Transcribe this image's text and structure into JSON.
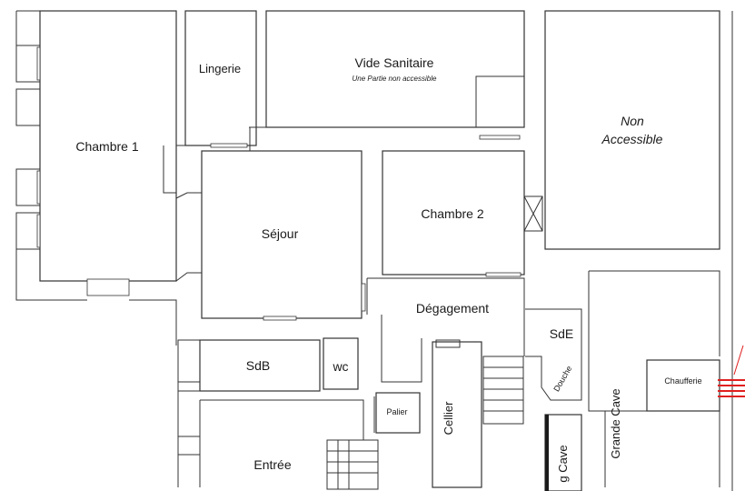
{
  "rooms": {
    "chambre1": "Chambre 1",
    "lingerie": "Lingerie",
    "vide_sanitaire": "Vide Sanitaire",
    "vide_sanitaire_note": "Une Partie non accessible",
    "non_accessible_1": "Non",
    "non_accessible_2": "Accessible",
    "sejour": "Séjour",
    "chambre2": "Chambre 2",
    "degagement": "Dégagement",
    "sde": "SdE",
    "douche": "Douche",
    "sdb": "SdB",
    "wc": "wc",
    "palier": "Palier",
    "cellier": "Cellier",
    "chaufferie": "Chaufferie",
    "grande_cave": "Grande Cave",
    "petite_cave": "g Cave",
    "entree": "Entrée"
  },
  "colors": {
    "wall": "#333333",
    "background": "#ffffff",
    "exterior_marker": "#e02020"
  }
}
